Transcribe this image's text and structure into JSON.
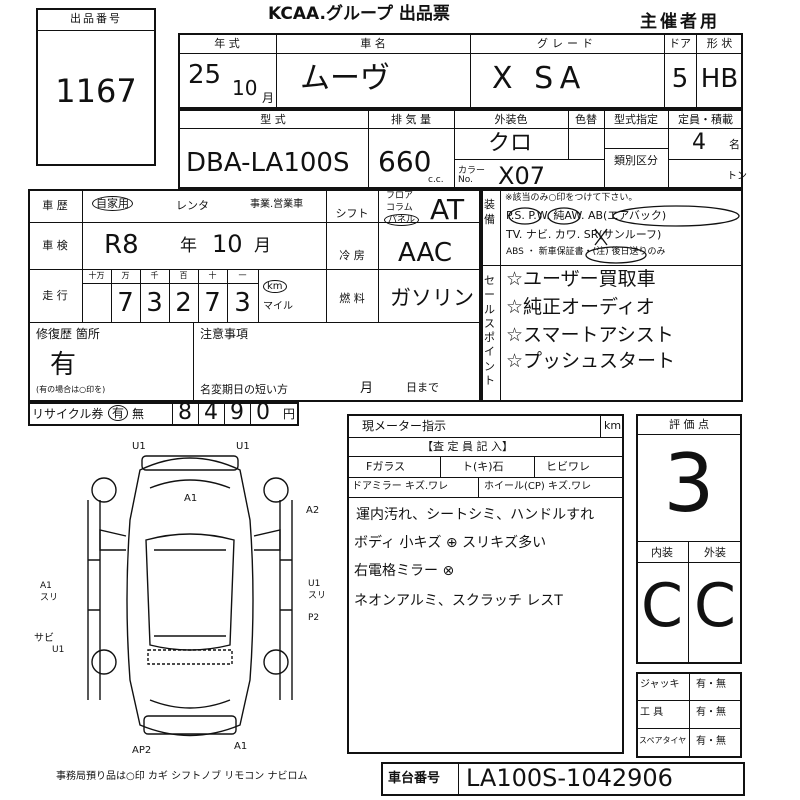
{
  "header": {
    "title": "KCAA.グループ 出品票",
    "copy_label": "主催者用"
  },
  "lot": {
    "label": "出品番号",
    "number": "1167"
  },
  "row1": {
    "year_label": "年 式",
    "year_value": "25",
    "month_value": "10",
    "month_unit": "月",
    "name_label": "車 名",
    "name_value": "ムーヴ",
    "grade_label": "グレード",
    "grade_value": "X SA",
    "doors_label": "ドア",
    "doors_value": "5",
    "shape_label": "形 状",
    "shape_value": "HB"
  },
  "row2": {
    "model_label": "型 式",
    "model_value": "DBA-LA100S",
    "displacement_label": "排 気 量",
    "displacement_value": "660",
    "displacement_unit": "c.c.",
    "color_label": "外装色",
    "color_value": "クロ",
    "color_change_label": "色替",
    "color_code_label": "カラーNo.",
    "color_code_value": "X07",
    "type_designation_label": "型式指定",
    "category_label": "類別区分",
    "capacity_label": "定員・積載",
    "capacity_value": "4",
    "capacity_unit": "名",
    "load_unit": "トン"
  },
  "history": {
    "label": "車 歴",
    "opt_private": "自家用",
    "opt_rental": "レンタ",
    "opt_business": "事業.営業車"
  },
  "transmission": {
    "label": "シフト",
    "opt_floor": "フロア",
    "opt_column": "コラム",
    "opt_panel": "パネル",
    "value": "AT"
  },
  "equipment": {
    "label": "装備",
    "note": "※該当のみ○印をつけて下さい。",
    "line1": "P.S. P.W. 純AW. AB(エアバック)",
    "line2": "TV. ナビ. カワ. SR(サンルーフ)",
    "line3": "ABS ・ 新車保証書・(注) 後日送りのみ"
  },
  "inspection": {
    "label": "車 検",
    "value": "R8",
    "year_unit": "年",
    "month": "10",
    "month_unit": "月"
  },
  "aircon": {
    "label": "冷 房",
    "value": "AAC"
  },
  "fuel": {
    "label": "燃 料",
    "value": "ガソリン"
  },
  "mileage": {
    "label": "走 行",
    "place_labels": [
      "十万",
      "万",
      "千",
      "百",
      "十",
      "一"
    ],
    "digits": [
      "7",
      "3",
      "2",
      "7",
      "3"
    ],
    "unit_km": "km",
    "unit_mile": "マイル"
  },
  "repair": {
    "label": "修復歴 箇所",
    "value": "有",
    "note": "(有の場合は○印を)"
  },
  "notes": {
    "label": "注意事項",
    "expiry_label": "名変期日の短い方",
    "month_unit": "月",
    "day_unit": "日まで"
  },
  "sales_points": {
    "label": "セールスポイント",
    "items": [
      "☆ユーザー買取車",
      "☆純正オーディオ",
      "☆スマートアシスト",
      "☆プッシュスタート"
    ]
  },
  "recycle": {
    "label": "リサイクル券",
    "opt_yes": "有",
    "opt_no": "無",
    "digits": [
      "8",
      "4",
      "9",
      "0"
    ],
    "unit": "円"
  },
  "meter": {
    "label": "現メーター指示",
    "unit": "km",
    "inspector_label": "【査 定 員 記 入】",
    "glass_label": "Fガラス",
    "glass_opts": "ト(キ)石",
    "glass_crack": "ヒビワレ",
    "mirror_label": "ドアミラー キズ.ワレ",
    "wheel_label": "ホイール(CP) キズ.ワレ"
  },
  "inspector_notes": [
    "運内汚れ、シートシミ、ハンドルすれ",
    "ボディ 小キズ ⊕ スリキズ多い",
    "右電格ミラー ⊗",
    "ネオンアルミ、スクラッチ レスT"
  ],
  "diagram_marks": [
    "U1",
    "U1",
    "A1",
    "A2",
    "A1",
    "スリ",
    "U1",
    "スリ",
    "P2",
    "サビ",
    "U1",
    "AP2",
    "A1"
  ],
  "score": {
    "label": "評 価 点",
    "value": "3"
  },
  "interior": {
    "label": "内装",
    "value": "C"
  },
  "exterior": {
    "label": "外装",
    "value": "C"
  },
  "tools": {
    "rows": [
      {
        "label": "ジャッキ",
        "value": "有・無"
      },
      {
        "label": "工 具",
        "value": "有・無"
      },
      {
        "label": "スペアタイヤ",
        "value": "有・無"
      }
    ]
  },
  "office_items": "事務局預り品は○印 カギ シフトノブ リモコン ナビロム",
  "chassis": {
    "label": "車台番号",
    "value": "LA100S-1042906"
  }
}
